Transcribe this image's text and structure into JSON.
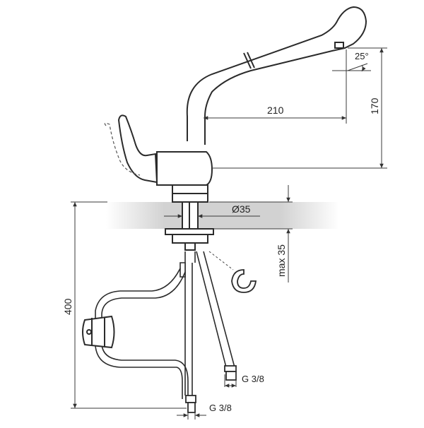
{
  "dimensions": {
    "angle": "25°",
    "reach": "210",
    "height_spout": "170",
    "hole_diameter": "Ø35",
    "max_thickness": "max 35",
    "hose_length": "400",
    "connector_top": "G 3/8",
    "connector_bottom": "G 3/8"
  },
  "colors": {
    "line": "#2b2b2b",
    "dim": "#3a3a3a",
    "countertop": "#d9d9d9",
    "fill": "#ffffff"
  }
}
